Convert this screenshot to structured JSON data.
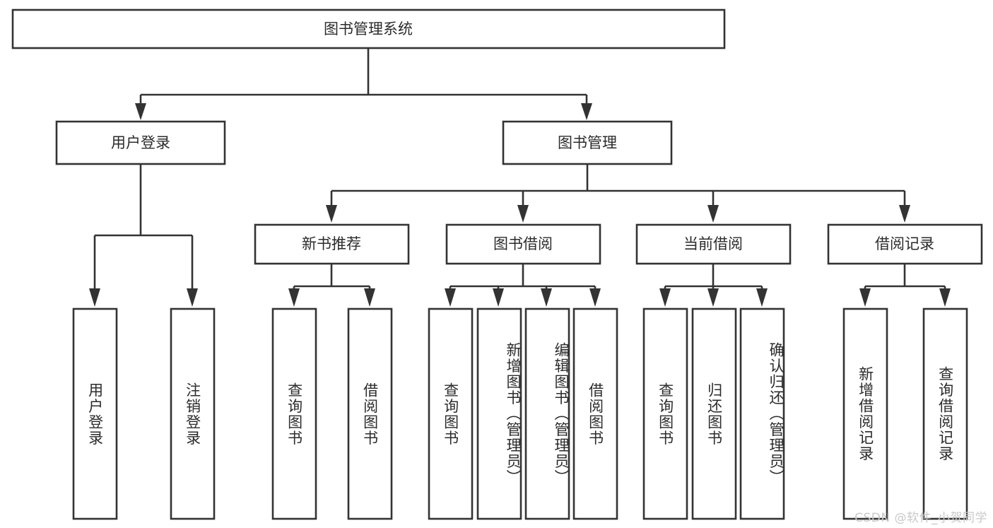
{
  "diagram": {
    "title": "图书管理系统",
    "watermark": "CSDN @软件_小贺同学",
    "colors": {
      "stroke": "#333333",
      "fill": "#ffffff",
      "text": "#2b2b2b",
      "watermark": "#c9c9c9",
      "background": "#ffffff"
    },
    "levels": {
      "root": {
        "label": "图书管理系统"
      },
      "level2": [
        {
          "id": "user-login",
          "label": "用户登录"
        },
        {
          "id": "book-management",
          "label": "图书管理"
        }
      ],
      "level3": [
        {
          "id": "new-book-recommend",
          "label": "新书推荐"
        },
        {
          "id": "book-borrow",
          "label": "图书借阅"
        },
        {
          "id": "current-borrow",
          "label": "当前借阅"
        },
        {
          "id": "borrow-record",
          "label": "借阅记录"
        }
      ],
      "leaves": [
        {
          "id": "leaf-user-login",
          "label": "用户登录",
          "parent": "user-login"
        },
        {
          "id": "leaf-logout-login",
          "label": "注销登录",
          "parent": "user-login"
        },
        {
          "id": "leaf-query-book-1",
          "label": "查询图书",
          "parent": "new-book-recommend"
        },
        {
          "id": "leaf-borrow-book-1",
          "label": "借阅图书",
          "parent": "new-book-recommend"
        },
        {
          "id": "leaf-query-book-2",
          "label": "查询图书",
          "parent": "book-borrow"
        },
        {
          "id": "leaf-add-book",
          "label": "新增图书（管理员）",
          "parent": "book-borrow"
        },
        {
          "id": "leaf-edit-book",
          "label": "编辑图书（管理员）",
          "parent": "book-borrow"
        },
        {
          "id": "leaf-borrow-book-2",
          "label": "借阅图书",
          "parent": "book-borrow"
        },
        {
          "id": "leaf-query-book-3",
          "label": "查询图书",
          "parent": "current-borrow"
        },
        {
          "id": "leaf-return-book",
          "label": "归还图书",
          "parent": "current-borrow"
        },
        {
          "id": "leaf-confirm-return",
          "label": "确认归还（管理员）",
          "parent": "current-borrow"
        },
        {
          "id": "leaf-add-record",
          "label": "新增借阅记录",
          "parent": "borrow-record"
        },
        {
          "id": "leaf-query-record",
          "label": "查询借阅记录",
          "parent": "borrow-record"
        }
      ]
    }
  }
}
